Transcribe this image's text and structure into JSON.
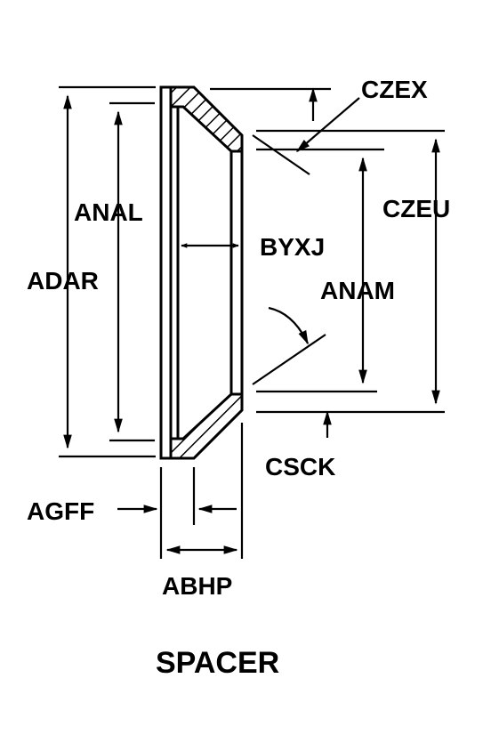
{
  "title": "SPACER",
  "labels": {
    "czex": "CZEX",
    "anal": "ANAL",
    "czeu": "CZEU",
    "byxj": "BYXJ",
    "adar": "ADAR",
    "anam": "ANAM",
    "csck": "CSCK",
    "agff": "AGFF",
    "abhp": "ABHP"
  }
}
